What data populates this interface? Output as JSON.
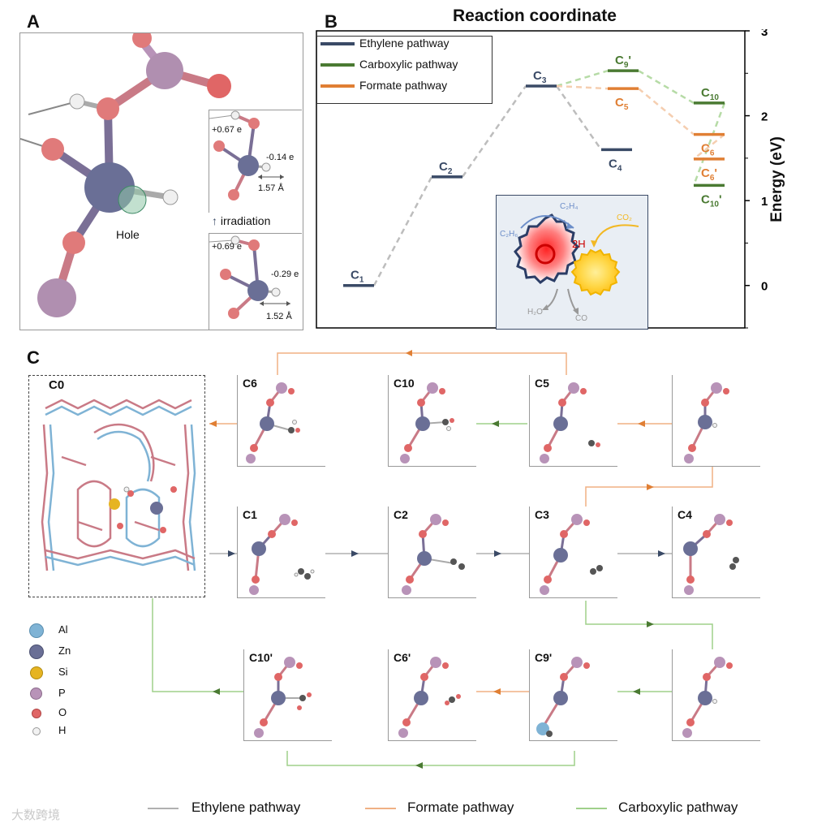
{
  "panels": {
    "a": "A",
    "b": "B",
    "c": "C"
  },
  "panel_a": {
    "hole_label": "Hole",
    "irradiation_label": "irradiation",
    "inset_top": {
      "charge_h": "+0.67 e",
      "charge_zn": "-0.14 e",
      "distance": "1.57 Å"
    },
    "inset_bottom": {
      "charge_h": "+0.69 e",
      "charge_zn": "-0.29 e",
      "distance": "1.52 Å"
    }
  },
  "panel_b": {
    "title": "Reaction coordinate",
    "y_axis_label": "Energy (eV)",
    "y_ticks": [
      "0",
      "1",
      "2",
      "3"
    ],
    "legend": [
      {
        "label": "Ethylene pathway",
        "color": "#3a4a66"
      },
      {
        "label": "Carboxylic pathway",
        "color": "#4a7a32"
      },
      {
        "label": "Formate pathway",
        "color": "#e07f34"
      }
    ],
    "inset": {
      "c2h6": "C₂H₆",
      "c2h4": "C₂H₄",
      "co2": "CO₂",
      "two_h": "2H",
      "h2o": "H₂O",
      "co": "CO"
    }
  },
  "chart_data": {
    "type": "line",
    "title": "Reaction coordinate",
    "xlabel": "",
    "ylabel": "Energy (eV)",
    "ylim": [
      -0.5,
      3
    ],
    "series": [
      {
        "name": "Ethylene pathway",
        "color": "#3a4a66",
        "points": [
          [
            "C1",
            0.0
          ],
          [
            "C2",
            1.28
          ],
          [
            "C3",
            2.35
          ],
          [
            "C4",
            1.6
          ]
        ]
      },
      {
        "name": "Carboxylic pathway",
        "color": "#4a7a32",
        "points": [
          [
            "C3",
            2.35
          ],
          [
            "C9'",
            2.53
          ],
          [
            "C10",
            2.15
          ],
          [
            "C10'",
            1.18
          ]
        ]
      },
      {
        "name": "Formate pathway",
        "color": "#e07f34",
        "points": [
          [
            "C3",
            2.35
          ],
          [
            "C5",
            2.32
          ],
          [
            "C6",
            1.78
          ],
          [
            "C6'",
            1.49
          ]
        ]
      }
    ]
  },
  "panel_c": {
    "framework_label": "C0",
    "tiles": {
      "c6": "C6",
      "c10": "C10",
      "c5": "C5",
      "c1": "C1",
      "c2": "C2",
      "c3": "C3",
      "c4": "C4",
      "c10p": "C10'",
      "c6p": "C6'",
      "c9p": "C9'"
    },
    "element_legend": [
      {
        "label": "Al",
        "color": "#7fb3d5"
      },
      {
        "label": "Zn",
        "color": "#6a6f96"
      },
      {
        "label": "Si",
        "color": "#e6b422"
      },
      {
        "label": "P",
        "color": "#b893b8"
      },
      {
        "label": "O",
        "color": "#e06666"
      },
      {
        "label": "H",
        "color": "#f2f2f2"
      }
    ],
    "pathway_legend": [
      {
        "label": "Ethylene pathway",
        "color": "#b0b0b0"
      },
      {
        "label": "Formate pathway",
        "color": "#f0b084"
      },
      {
        "label": "Carboxylic pathway",
        "color": "#9fd08a"
      }
    ]
  },
  "watermark": "大数跨境"
}
